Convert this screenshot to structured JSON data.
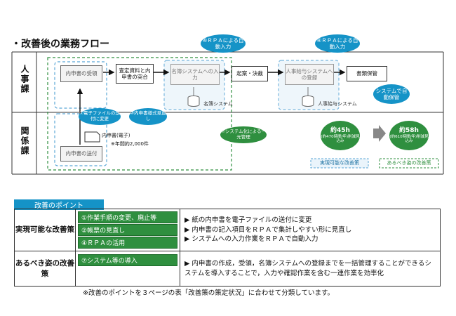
{
  "title": "・改善後の業務フロー",
  "lanes": {
    "top": "人事課",
    "bottom": "関係課"
  },
  "boxes": {
    "receive": "内申書の受領",
    "match": "査定資料と内申書の突合",
    "input": "名簿システムへの入力",
    "decide": "起案・決裁",
    "register": "人事給与システムへの登録",
    "store": "書類保管",
    "send": "内申書の送付"
  },
  "labels": {
    "meibo_system": "名簿システム",
    "jinji_system": "人事給与システム",
    "doc_label": "内申書(電子)",
    "doc_count": "※年間約2,000件"
  },
  "bubbles": {
    "rpa1": "④ＲＰＡによる自動入力",
    "rpa2": "④ＲＰＡによる自動入力",
    "system_store": "システムで自動保管",
    "file_send": "①電子ファイルの送付に変更",
    "form_review": "②内申書様式見直し",
    "integrated": "⑦システム化による一元管理"
  },
  "summary": {
    "left_amount": "約45h",
    "left_detail": "(約470時間/年)削減見込み",
    "right_amount": "約58h",
    "right_detail": "(約610時間/年)削減見込み",
    "left_label": "実現可能な改善策",
    "right_label": "あるべき姿の改善策"
  },
  "points": {
    "header": "改善のポイント",
    "rows": [
      {
        "category": "実現可能な改善策",
        "tags": [
          "①作業手順の変更、廃止等",
          "②帳票の見直し",
          "④ＲＰＡの活用"
        ],
        "items": [
          "▶ 紙の内申書を電子ファイルの送付に変更",
          "▶ 内申書の記入項目をＲＰＡで集計しやすい形に見直し",
          "▶ システムへの入力作業をＲＰＡで自動入力"
        ]
      },
      {
        "category": "あるべき姿の改善策",
        "tags": [
          "⑦システム等の導入"
        ],
        "items": [
          "▶ 内申書の作成，受領，名簿システムへの登録までを一括管理することができるシステムを導入することで，入力や確認作業を含む一連作業を効率化"
        ]
      }
    ]
  },
  "note": "※改善のポイントを３ページの表「改善策の策定状況」に合わせて分類しています。",
  "colors": {
    "blue": "#1593c7",
    "green": "#2f8f3f",
    "dashed_blue": "#5aa6d6"
  }
}
